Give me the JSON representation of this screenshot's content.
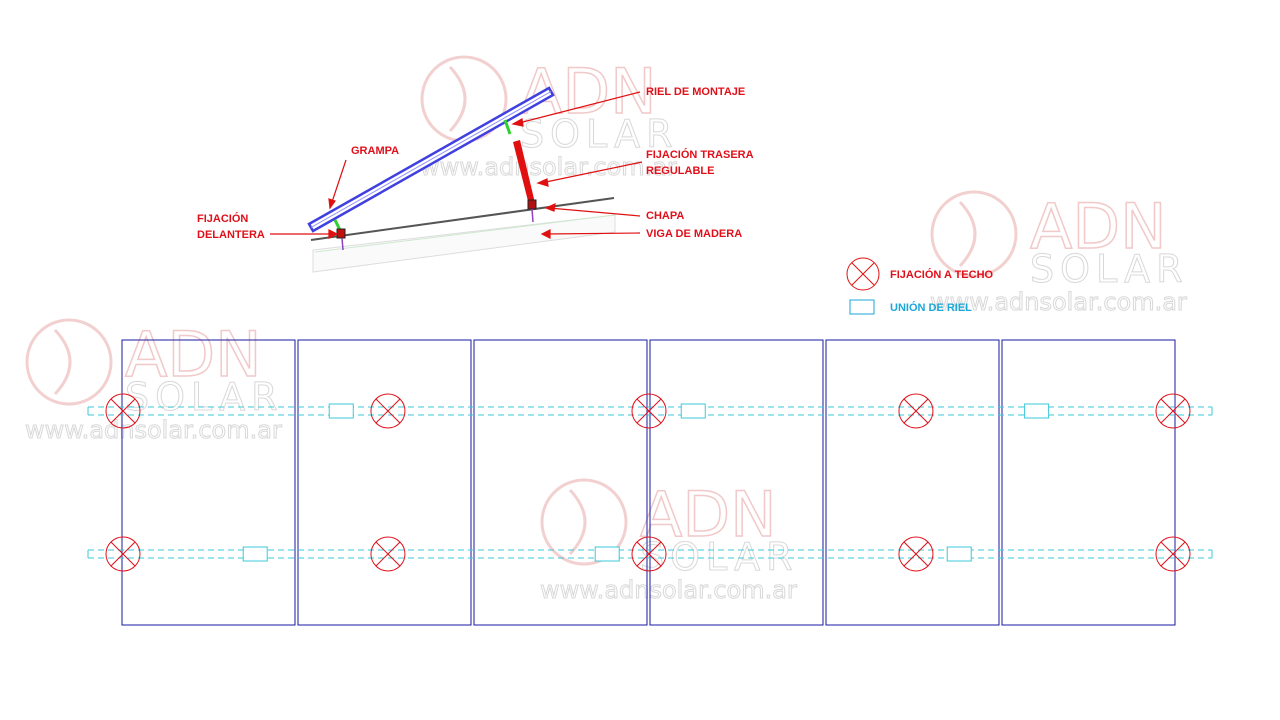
{
  "watermark": {
    "brand_top": "ADN",
    "brand_bottom": "SOLAR",
    "url": "www.adnsolar.com.ar"
  },
  "side_view": {
    "labels": {
      "riel": "RIEL  DE  MONTAJE",
      "grampa": "GRAMPA",
      "trasera_1": "FIJACIÓN  TRASERA",
      "trasera_2": "REGULABLE",
      "delantera_1": "FIJACIÓN",
      "delantera_2": "DELANTERA",
      "chapa": "CHAPA",
      "viga": "VIGA  DE  MADERA"
    }
  },
  "legend": {
    "fijacion": "FIJACIÓN   A TECHO",
    "union": "UNIÓN  DE  RIEL"
  },
  "colors": {
    "panel": "#1a1aa0",
    "rail": "#3cc8d8",
    "fix": "#e0101a",
    "label": "#e0101a",
    "union_label": "#1aa8d8"
  },
  "layout_plan": {
    "panel_count": 6,
    "rails": [
      {
        "fixings_at_panel_edges": [
          0,
          1.5,
          3,
          4.5,
          6
        ],
        "joints_at_panel": [
          1.25,
          3.25,
          5.2
        ]
      },
      {
        "fixings_at_panel_edges": [
          0,
          1.5,
          3,
          4.5,
          6
        ],
        "joints_at_panel": [
          0.77,
          2.77,
          4.77
        ]
      }
    ]
  }
}
